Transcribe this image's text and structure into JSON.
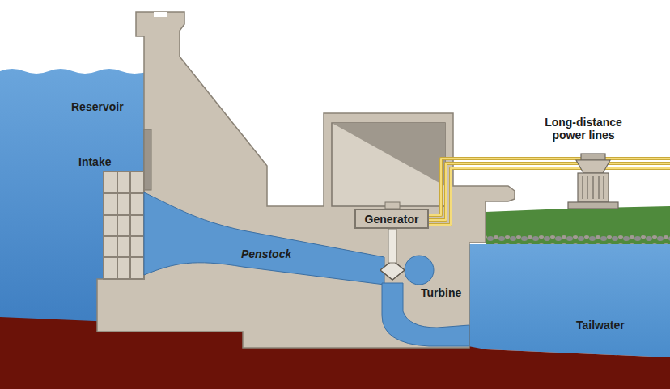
{
  "diagram": {
    "nodes": [
      {
        "text": [
          "Generator"
        ]
      }
    ],
    "labels": [
      "Reservoir",
      "Intake",
      "Penstock",
      "Turbine",
      "Long-distance power lines",
      "Tailwater"
    ]
  }
}
